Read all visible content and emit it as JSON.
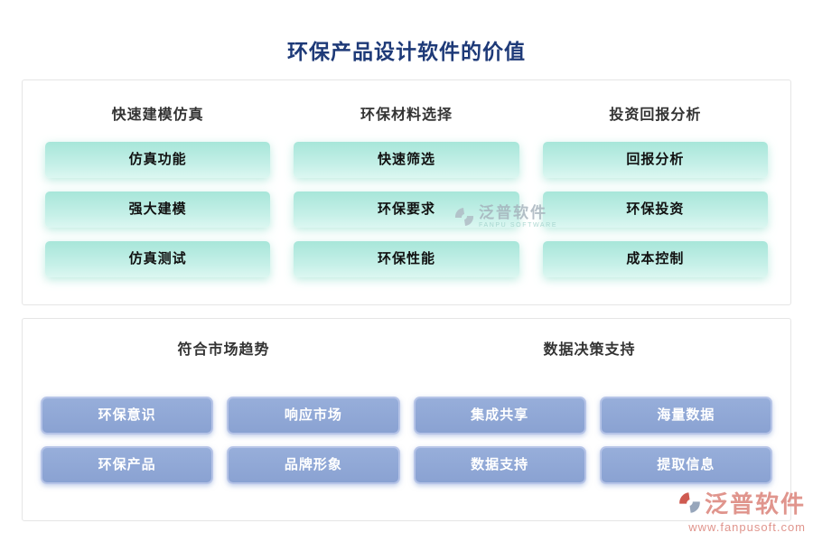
{
  "title": "环保产品设计软件的价值",
  "colors": {
    "title_color": "#1e3a78",
    "panel_border": "#e5e5e5",
    "header_color": "#333333",
    "teal_top": "#a7e6d9",
    "teal_bottom": "#dcf7f1",
    "blue_main": "#8ea7d6",
    "blue_border": "#b6c4e7",
    "wm_gray": "#a3b0ba",
    "wm_teal": "#9ccfc8",
    "wm_salmon": "#e0958d"
  },
  "top_section": {
    "columns": [
      {
        "header": "快速建模仿真",
        "items": [
          "仿真功能",
          "强大建模",
          "仿真测试"
        ]
      },
      {
        "header": "环保材料选择",
        "items": [
          "快速筛选",
          "环保要求",
          "环保性能"
        ]
      },
      {
        "header": "投资回报分析",
        "items": [
          "回报分析",
          "环保投资",
          "成本控制"
        ]
      }
    ]
  },
  "bottom_section": {
    "groups": [
      {
        "header": "符合市场趋势",
        "items": [
          "环保意识",
          "响应市场",
          "环保产品",
          "品牌形象"
        ]
      },
      {
        "header": "数据决策支持",
        "items": [
          "集成共享",
          "海量数据",
          "数据支持",
          "提取信息"
        ]
      }
    ]
  },
  "watermarks": {
    "center": {
      "brand": "泛普软件",
      "sub": "FANPU SOFTWARE"
    },
    "corner": {
      "brand": "泛普软件",
      "url": "www.fanpusoft.com"
    }
  }
}
